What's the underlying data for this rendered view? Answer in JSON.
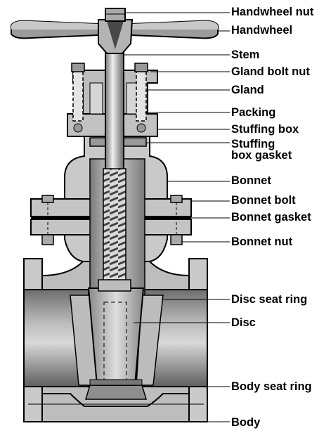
{
  "labels": {
    "handwheel_nut": "Handwheel nut",
    "handwheel": "Handwheel",
    "stem": "Stem",
    "gland_bolt_nut": "Gland bolt nut",
    "gland": "Gland",
    "packing": "Packing",
    "stuffing_box": "Stuffing box",
    "stuffing_box_gasket_line1": "Stuffing",
    "stuffing_box_gasket_line2": "box gasket",
    "bonnet": "Bonnet",
    "bonnet_bolt": "Bonnet bolt",
    "bonnet_gasket": "Bonnet gasket",
    "bonnet_nut": "Bonnet nut",
    "disc_seat_ring": "Disc seat ring",
    "disc": "Disc",
    "body_seat_ring": "Body seat ring",
    "body": "Body"
  },
  "colors": {
    "outline": "#000000",
    "body_fill": "#c9c9c9",
    "section_fill": "#a8a8a8",
    "pipe_bore": "#7d7d7d",
    "cavity": "#ffffff"
  }
}
